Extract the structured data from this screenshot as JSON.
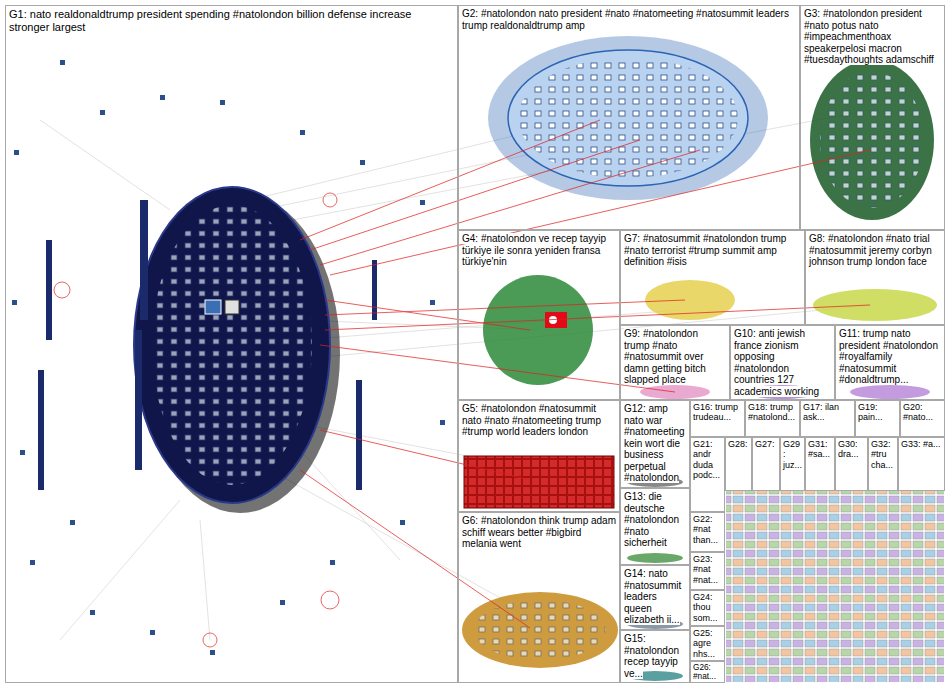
{
  "diagram": {
    "nodes": [
      {
        "text": [
          "G1: nato realdonaldtrump president spending #natolondon billion defense increase stronger largest"
        ]
      },
      {
        "text": [
          "G2: #natolondon nato president #nato #natomeeting #natosummit leaders trump realdonaldtrump amp"
        ]
      },
      {
        "text": [
          "G3: #natolondon president #nato potus nato #impeachmenthoax speakerpelosi macron #tuesdaythoughts adamschiff"
        ]
      },
      {
        "text": [
          "G4: #natolondon ve recep tayyip türkiye ile sonra yeniden fransa türkiye'nin"
        ]
      },
      {
        "text": [
          "G7: #natosummit #natolondon trump #nato terrorist #trump summit amp definition #isis"
        ]
      },
      {
        "text": [
          "G8: #natolondon #nato trial #natosummit jeremy corbyn johnson trump london face"
        ]
      },
      {
        "text": [
          "G9: #natolondon trump #nato #natosummit over damn getting bitch slapped place"
        ]
      },
      {
        "text": [
          "G10: anti jewish france zionism opposing #natolondon countries 127 academics working"
        ]
      },
      {
        "text": [
          "G11: trump nato president #natolondon #royalfamily #natosummit #donaldtrump..."
        ]
      },
      {
        "text": [
          "G5: #natolondon #natosummit nato #nato #natomeeting trump #trump world leaders london"
        ]
      },
      {
        "text": [
          "G12: amp nato war #natomeeting kein wort die business perpetual #natolondon"
        ]
      },
      {
        "text": [
          "G16: trump trudeau..."
        ]
      },
      {
        "text": [
          "G18: trump #natolond..."
        ]
      },
      {
        "text": [
          "G17: ilan ask..."
        ]
      },
      {
        "text": [
          "G19: pain..."
        ]
      },
      {
        "text": [
          "G20: #nato..."
        ]
      },
      {
        "text": [
          "G21: andr duda podc..."
        ]
      },
      {
        "text": [
          "G28:"
        ]
      },
      {
        "text": [
          "G27:"
        ]
      },
      {
        "text": [
          "G29: juz..."
        ]
      },
      {
        "text": [
          "G31: #sa..."
        ]
      },
      {
        "text": [
          "G30: dra..."
        ]
      },
      {
        "text": [
          "G32: #tru cha..."
        ]
      },
      {
        "text": [
          "G33: #a..."
        ]
      },
      {
        "text": [
          "G13: die deutsche #natolondon #nato sicherheit"
        ]
      },
      {
        "text": [
          "G22: #nat than..."
        ]
      },
      {
        "text": [
          "G6: #natolondon think trump adam schiff wears better #bigbird melania went"
        ]
      },
      {
        "text": [
          "G23: #nat #nat..."
        ]
      },
      {
        "text": [
          "G14: nato #natosummit leaders queen elizabeth ii..."
        ]
      },
      {
        "text": [
          "G24: thou som..."
        ]
      },
      {
        "text": [
          "G15: #natolondon recep tayyip ve..."
        ]
      },
      {
        "text": [
          "G25: agre nhs..."
        ]
      },
      {
        "text": [
          "G26: #nat..."
        ]
      }
    ]
  }
}
